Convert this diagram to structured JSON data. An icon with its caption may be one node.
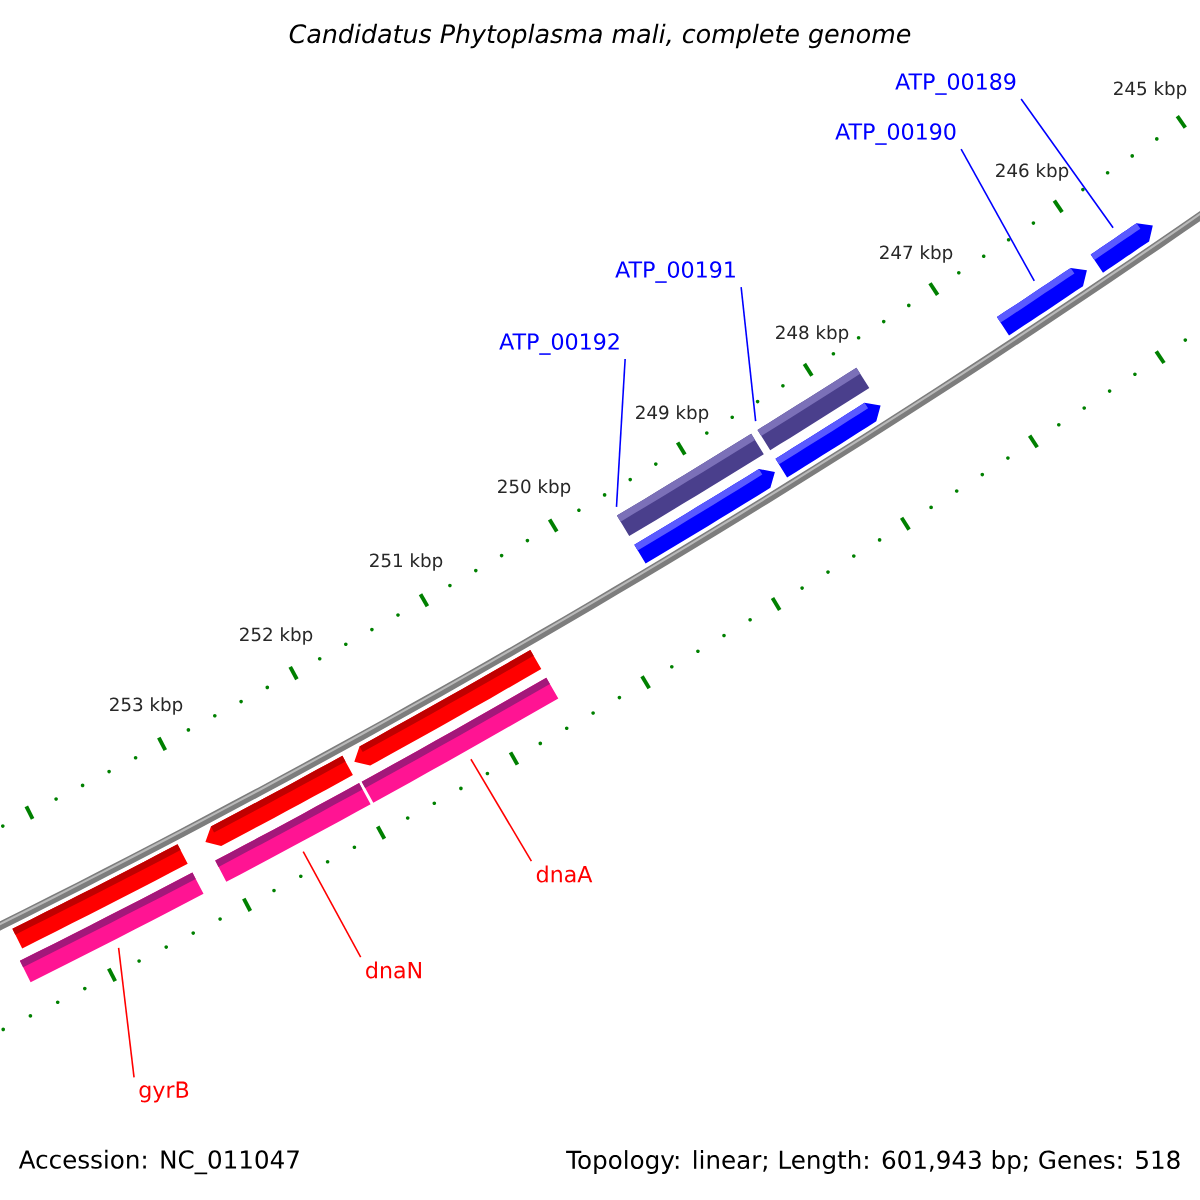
{
  "diagram": {
    "title": "Candidatus Phytoplasma mali, complete genome",
    "nodes": [
      {
        "text": [
          "ATP_00189"
        ]
      },
      {
        "text": [
          "ATP_00190"
        ]
      },
      {
        "text": [
          "ATP_00191"
        ]
      },
      {
        "text": [
          "ATP_00192"
        ]
      },
      {
        "text": [
          "dnaA"
        ]
      },
      {
        "text": [
          "dnaN"
        ]
      },
      {
        "text": [
          "gyrB"
        ]
      },
      {
        "text": [],
        "shape": "bar"
      },
      {
        "text": [],
        "shape": "bar"
      },
      {
        "text": [],
        "shape": "arrow"
      },
      {
        "text": [],
        "shape": "bar"
      },
      {
        "text": [],
        "shape": "arrow"
      },
      {
        "text": [],
        "shape": "bar"
      },
      {
        "text": [],
        "shape": "bar"
      },
      {
        "text": [],
        "shape": "arrow"
      },
      {
        "text": [],
        "shape": "bar"
      },
      {
        "text": [],
        "shape": "arrow"
      },
      {
        "text": [],
        "shape": "arrow"
      },
      {
        "text": [],
        "shape": "arrow"
      }
    ],
    "edges": [
      {
        "from": 0,
        "to": 18,
        "arrow": "none"
      },
      {
        "from": 1,
        "to": 17,
        "arrow": "none"
      },
      {
        "from": 2,
        "to": 15,
        "arrow": "none"
      },
      {
        "from": 3,
        "to": 13,
        "arrow": "none"
      },
      {
        "from": 4,
        "to": 12,
        "arrow": "none",
        "color": "#ff0000"
      },
      {
        "from": 5,
        "to": 10,
        "arrow": "none",
        "color": "#ff0000"
      },
      {
        "from": 6,
        "to": 8,
        "arrow": "none",
        "color": "#ff0000"
      }
    ],
    "labels": [
      "245 kbp",
      "246 kbp",
      "247 kbp",
      "248 kbp",
      "249 kbp",
      "250 kbp",
      "251 kbp",
      "252 kbp",
      "253 kbp",
      "Accession: NC_011047",
      "Topology: linear; Length: 601,943 bp; Genes: 518"
    ]
  }
}
